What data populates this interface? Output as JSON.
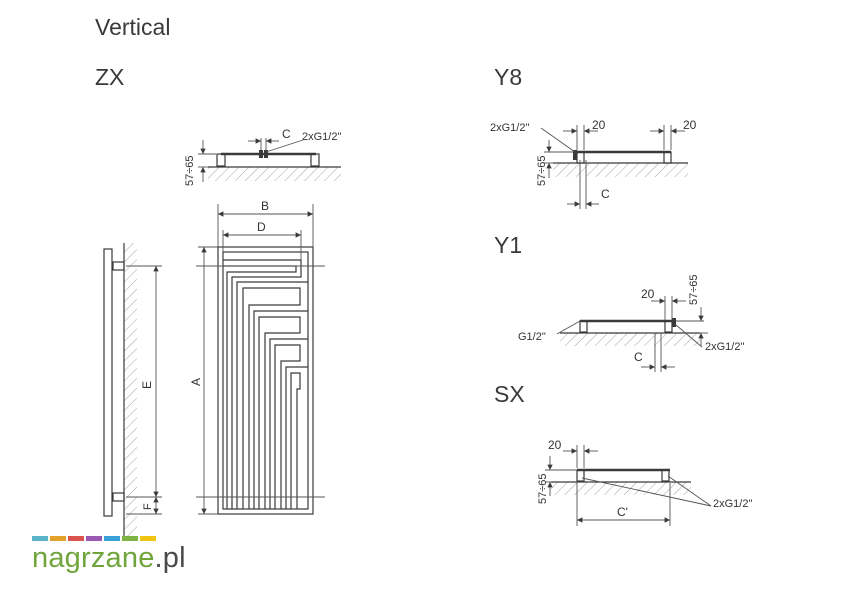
{
  "title": "Vertical",
  "sections": {
    "zx": "ZX",
    "y8": "Y8",
    "y1": "Y1",
    "sx": "SX"
  },
  "zx_labels": {
    "c": "C",
    "conn": "2xG1/2\"",
    "range": "57÷65",
    "b": "B",
    "d": "D",
    "a": "A",
    "e": "E",
    "f": "F"
  },
  "y8_labels": {
    "conn": "2xG1/2\"",
    "d20a": "20",
    "d20b": "20",
    "range": "57÷65",
    "c": "C"
  },
  "y1_labels": {
    "d20": "20",
    "range": "57÷65",
    "g": "G1/2\"",
    "conn": "2xG1/2\"",
    "c": "C"
  },
  "sx_labels": {
    "d20": "20",
    "range": "57÷65",
    "cprime": "C'",
    "conn": "2xG1/2\""
  },
  "logo": {
    "part1": "nagrzane",
    "part2": ".pl",
    "colors": [
      "#5ab5c8",
      "#e3a22b",
      "#d9534f",
      "#9b59b6",
      "#3aa0d8",
      "#7cb342",
      "#f1c40f"
    ]
  }
}
